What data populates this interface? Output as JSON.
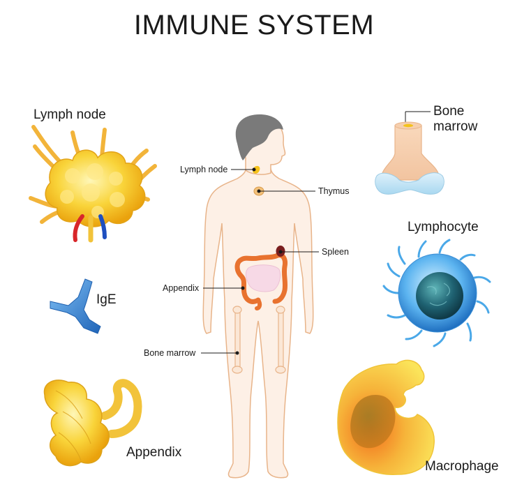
{
  "title": "IMMUNE SYSTEM",
  "side_labels": {
    "lymph_node": "Lymph node",
    "bone_marrow_line1": "Bone",
    "bone_marrow_line2": "marrow",
    "lymphocyte": "Lymphocyte",
    "ige": "IgE",
    "appendix": "Appendix",
    "macrophage": "Macrophage"
  },
  "body_labels": {
    "lymph_node": "Lymph node",
    "thymus": "Thymus",
    "spleen": "Spleen",
    "appendix": "Appendix",
    "bone_marrow": "Bone marrow"
  },
  "colors": {
    "skin_fill": "#fdf0e6",
    "skin_outline": "#e8b48a",
    "hair": "#7a7a7a",
    "lymph_yellow": "#f5c21b",
    "intestine": "#e8722f",
    "spleen": "#7a1e1e",
    "bone": "#f6d7bd",
    "ige_blue": "#3a86d6",
    "lymphocyte_outer": "#5cb4f0",
    "lymphocyte_nucleus": "#1c5a6a",
    "macrophage": "#f3a93a"
  }
}
